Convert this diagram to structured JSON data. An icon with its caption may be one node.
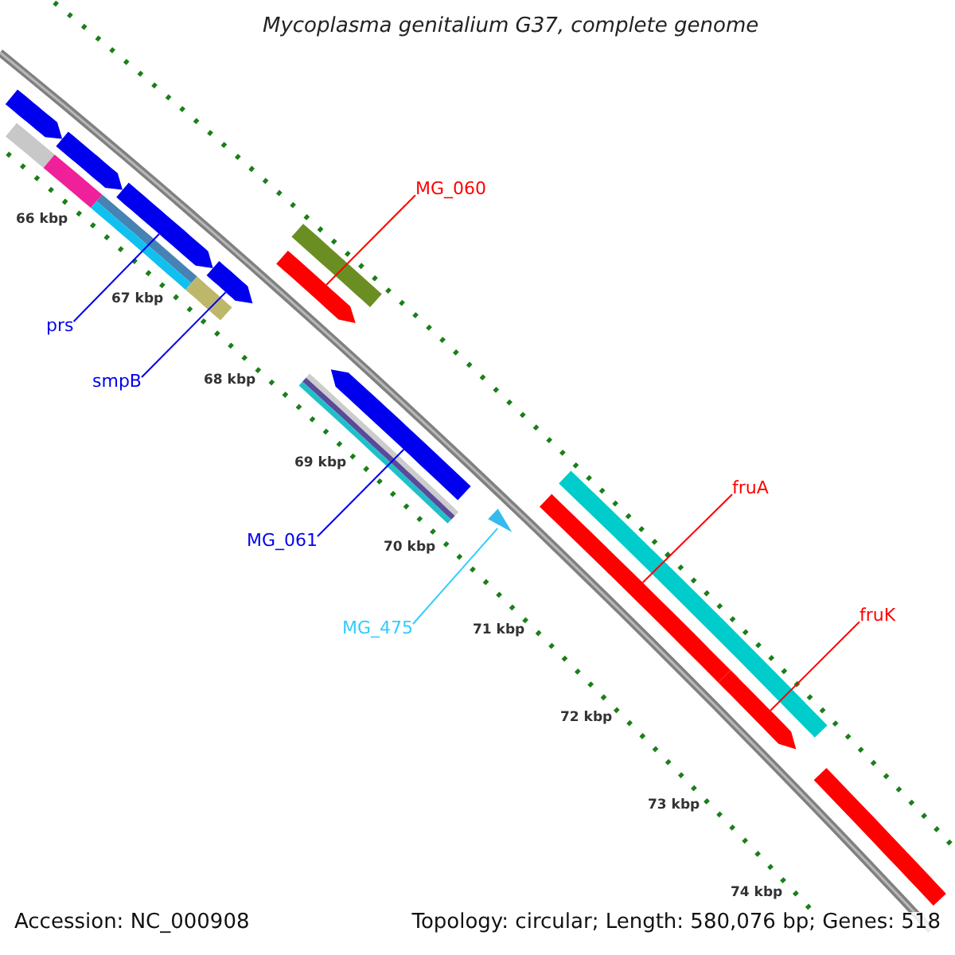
{
  "diagram": {
    "title": "Mycoplasma genitalium G37, complete genome",
    "nodes": [
      {
        "text": [],
        "shape": "bar"
      },
      {
        "text": [],
        "shape": "bar"
      },
      {
        "text": [],
        "shape": "bar"
      },
      {
        "text": [],
        "shape": "bar"
      },
      {
        "text": [],
        "shape": "bar"
      },
      {
        "text": [],
        "shape": "bar"
      },
      {
        "text": [],
        "shape": "bar"
      },
      {
        "text": [],
        "shape": "bar"
      },
      {
        "text": [
          "MG_060"
        ]
      },
      {
        "text": [],
        "shape": "bar"
      },
      {
        "text": [],
        "shape": "bar"
      },
      {
        "text": [
          "prs"
        ]
      },
      {
        "text": [
          "smpB"
        ]
      },
      {
        "text": [],
        "shape": "bar"
      },
      {
        "text": [],
        "shape": "bar"
      },
      {
        "text": [
          "MG_061"
        ]
      },
      {
        "text": [],
        "shape": "triangle"
      },
      {
        "text": [
          "MG_475"
        ]
      },
      {
        "text": [
          "fruA"
        ]
      },
      {
        "text": [],
        "shape": "bar"
      },
      {
        "text": [],
        "shape": "bar"
      },
      {
        "text": [],
        "shape": "bar"
      },
      {
        "text": [
          "fruK"
        ]
      },
      {
        "text": [],
        "shape": "bar"
      }
    ],
    "edges": [
      {
        "from": 8,
        "to": 10,
        "arrow": "none"
      },
      {
        "from": 11,
        "to": 2,
        "arrow": "none",
        "color": "#0000ee"
      },
      {
        "from": 12,
        "to": 3,
        "arrow": "none",
        "color": "#0000ee"
      },
      {
        "from": 15,
        "to": 13,
        "arrow": "none",
        "color": "#0000ee"
      },
      {
        "from": 17,
        "to": 16,
        "arrow": "none",
        "color": "#33ccff"
      },
      {
        "from": 18,
        "to": 20,
        "arrow": "none"
      },
      {
        "from": 22,
        "to": 21,
        "arrow": "none"
      }
    ],
    "labels": [
      "66 kbp",
      "67 kbp",
      "68 kbp",
      "69 kbp",
      "70 kbp",
      "71 kbp",
      "72 kbp",
      "73 kbp",
      "74 kbp",
      "Accession: NC_000908",
      "Topology: circular; Length: 580,076 bp; Genes: 518"
    ]
  }
}
